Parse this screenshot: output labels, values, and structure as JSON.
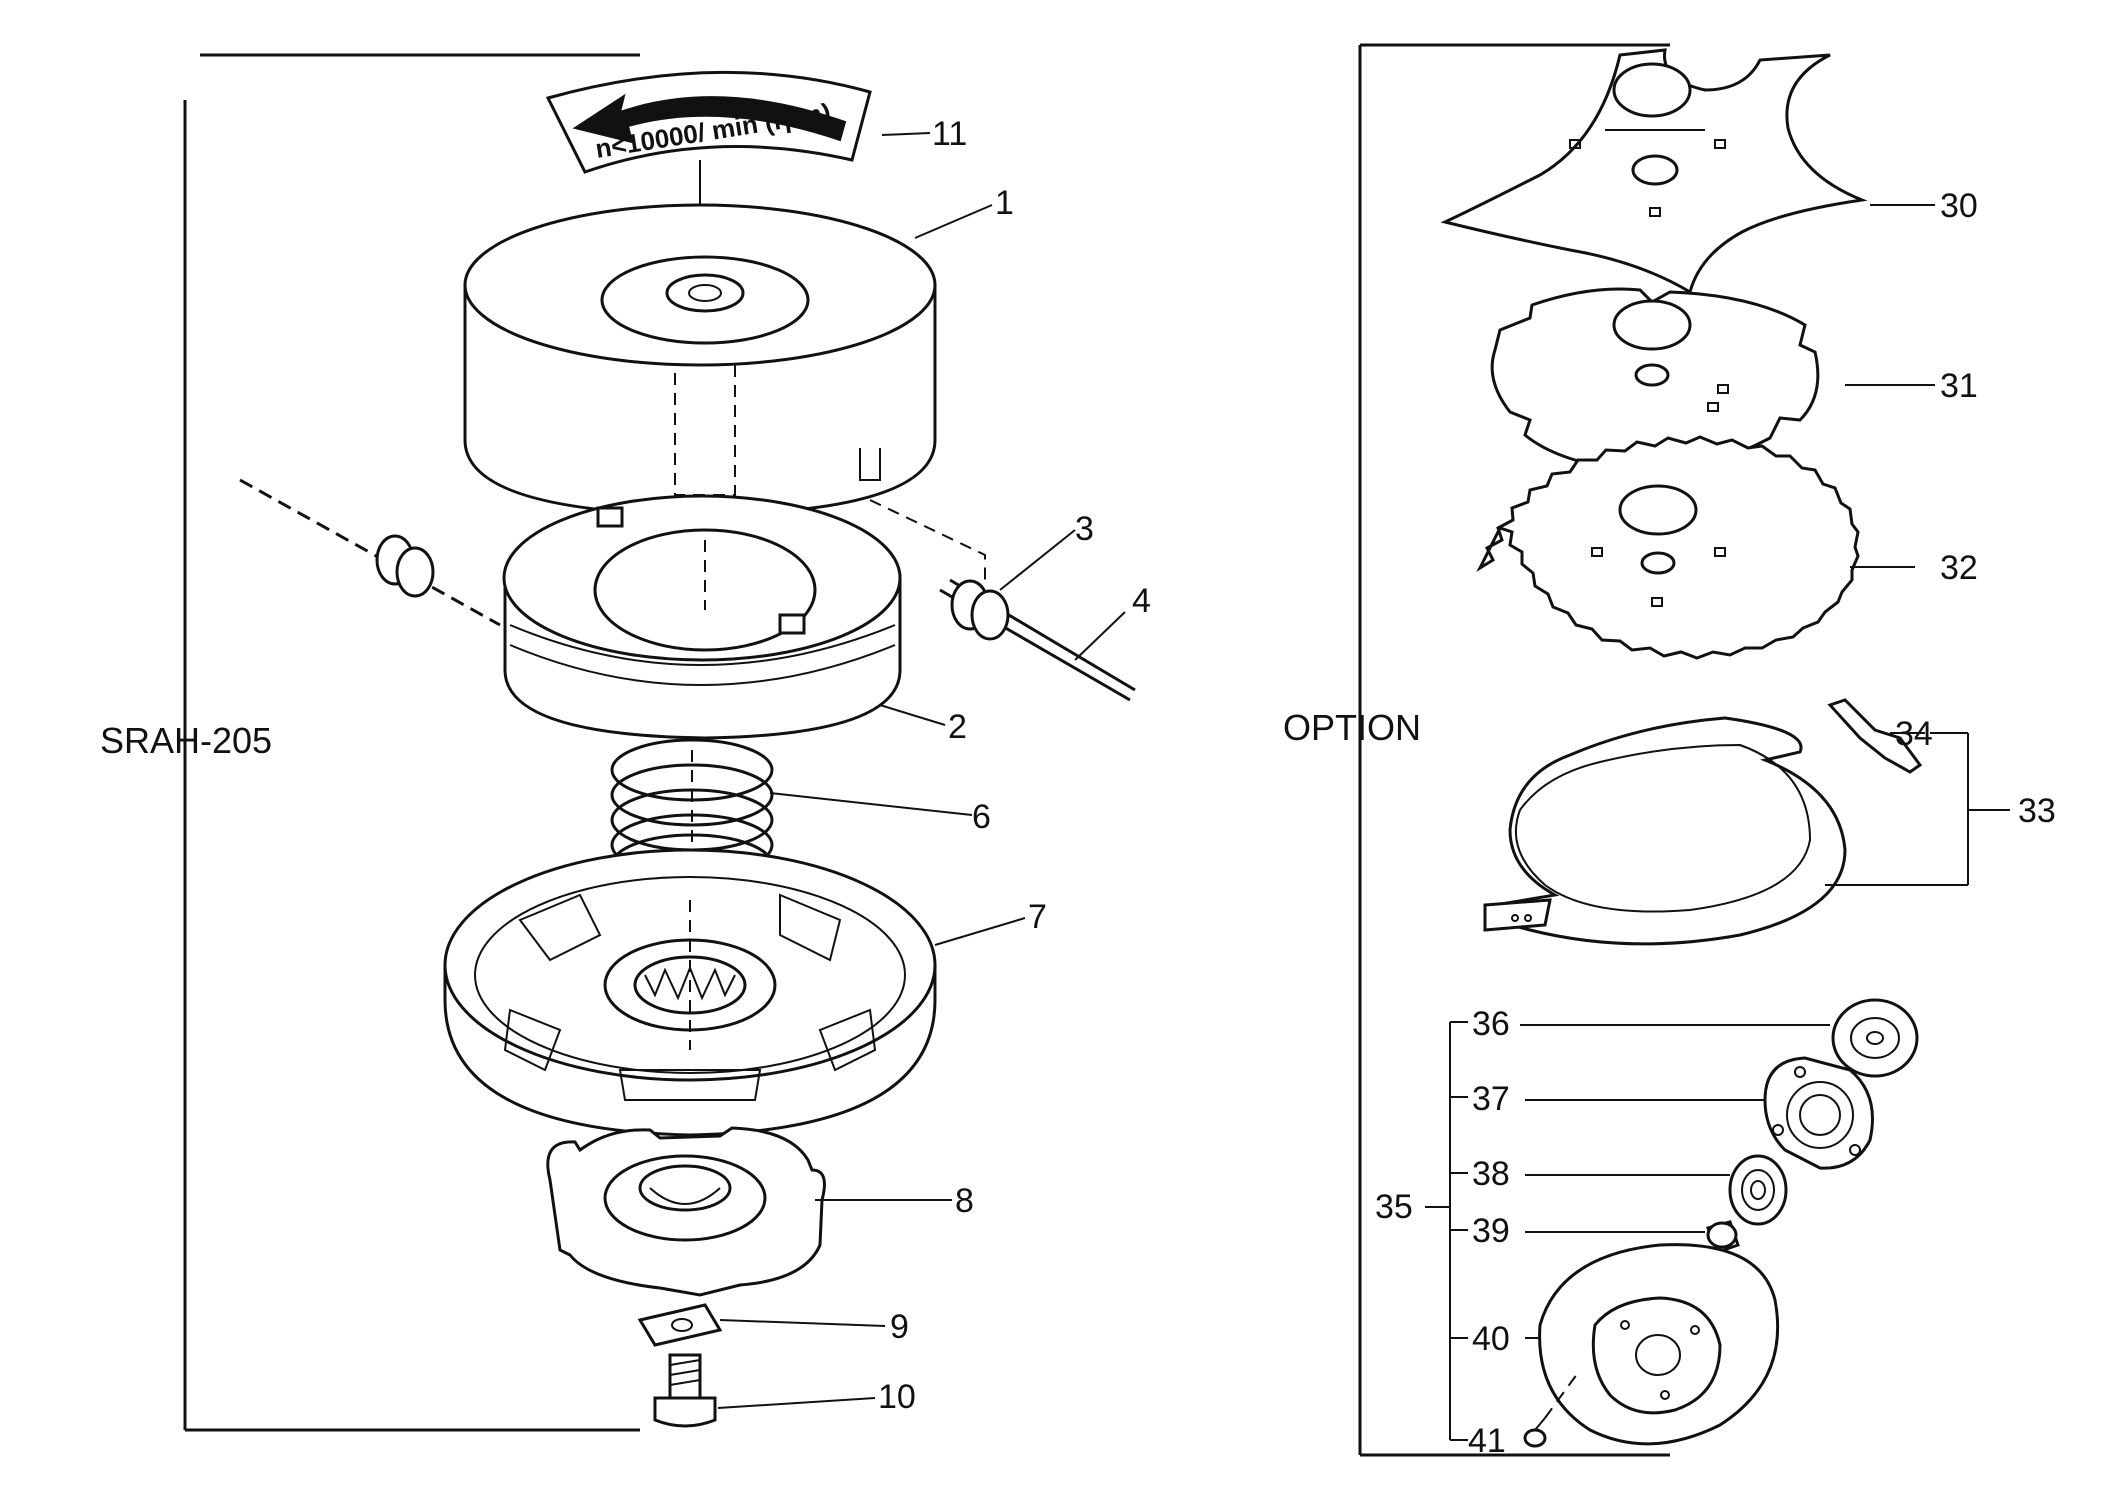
{
  "groups": {
    "left": "SRAH-205",
    "right": "OPTION"
  },
  "decal": {
    "text": "n<10000/ min (rpm)"
  },
  "callouts": {
    "c1": "1",
    "c2": "2",
    "c3": "3",
    "c4": "4",
    "c6": "6",
    "c7": "7",
    "c8": "8",
    "c9": "9",
    "c10": "10",
    "c11": "11",
    "c30": "30",
    "c31": "31",
    "c32": "32",
    "c33": "33",
    "c34": "34",
    "c35": "35",
    "c36": "36",
    "c37": "37",
    "c38": "38",
    "c39": "39",
    "c40": "40",
    "c41": "41"
  },
  "colors": {
    "ink": "#111111",
    "paper": "#ffffff"
  }
}
